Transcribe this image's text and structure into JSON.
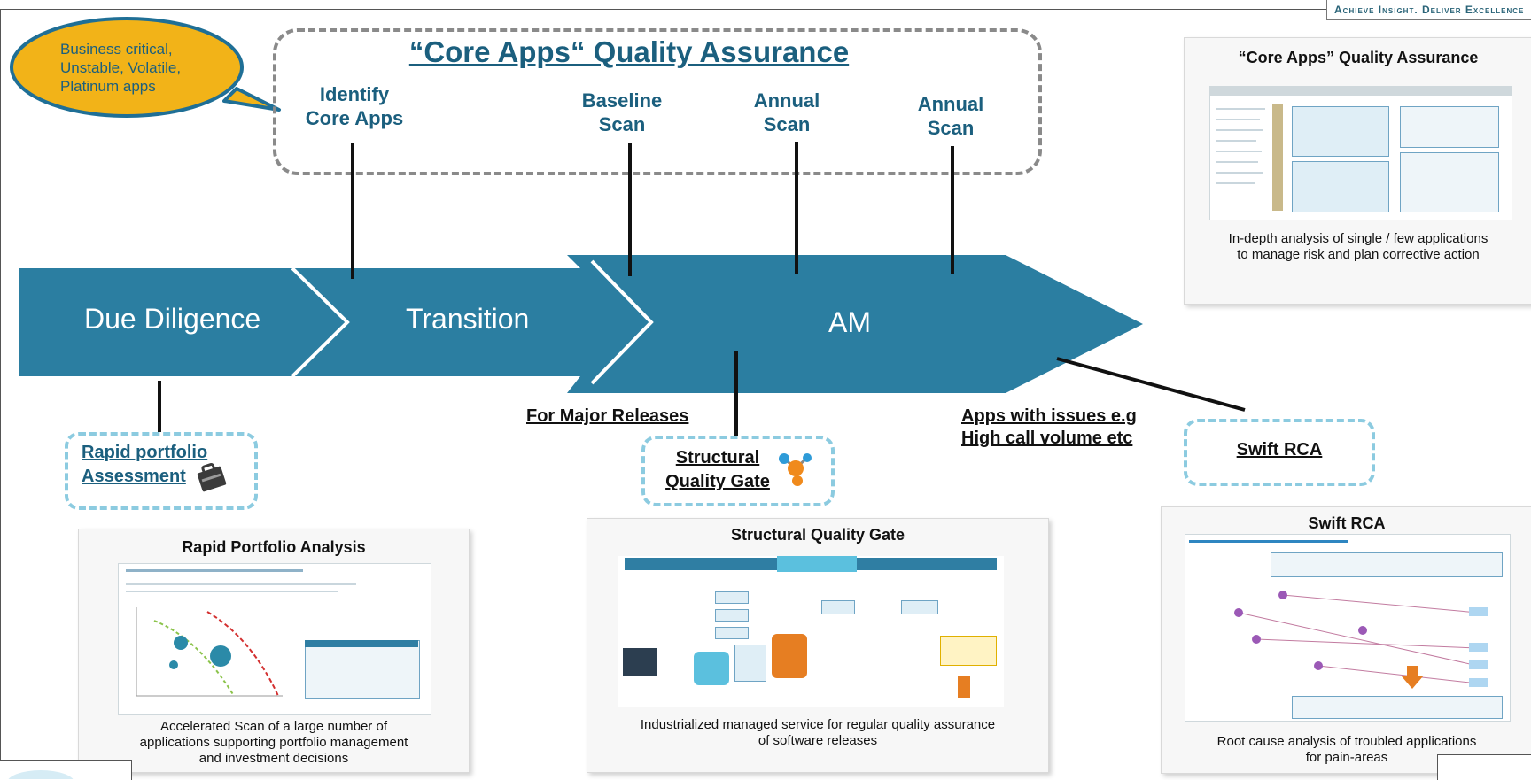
{
  "tagline": "Achieve Insight. Deliver Excellence",
  "callout": {
    "text_lines": [
      "Business critical,",
      "Unstable, Volatile,",
      "Platinum apps"
    ]
  },
  "core_apps": {
    "title": "“Core Apps“ Quality Assurance",
    "milestones": [
      {
        "line1": "Identify",
        "line2": "Core Apps"
      },
      {
        "line1": "Baseline",
        "line2": "Scan"
      },
      {
        "line1": "Annual",
        "line2": "Scan"
      },
      {
        "line1": "Annual",
        "line2": "Scan"
      }
    ]
  },
  "phases": {
    "due_diligence": "Due Diligence",
    "transition": "Transition",
    "am": "AM"
  },
  "labels": {
    "major_releases": "For Major Releases",
    "apps_issues_line1": "Apps with issues e.g",
    "apps_issues_line2": "High call volume etc"
  },
  "boxes": {
    "rapid_line1": "Rapid portfolio",
    "rapid_line2": "Assessment",
    "sqg_line1": "Structural",
    "sqg_line2": "Quality Gate",
    "swift": "Swift RCA"
  },
  "panels": {
    "core": {
      "title": "“Core Apps” Quality Assurance",
      "desc_line1": "In-depth analysis of single / few applications",
      "desc_line2": "to manage risk and plan corrective action"
    },
    "rapid": {
      "title": "Rapid Portfolio Analysis",
      "desc_line1": "Accelerated Scan of a large number of",
      "desc_line2": "applications supporting portfolio management",
      "desc_line3": "and investment decisions"
    },
    "sqg": {
      "title": "Structural Quality Gate",
      "desc_line1": "Industrialized managed service for regular quality assurance",
      "desc_line2": "of software releases"
    },
    "swift": {
      "title": "Swift RCA",
      "desc_line1": "Root cause analysis of troubled applications",
      "desc_line2": "for pain-areas"
    }
  },
  "colors": {
    "arrow": "#2b7ea1",
    "callout": "#f2b318",
    "heading": "#1b5f7e",
    "cyan_dash": "#8ccbe0"
  }
}
